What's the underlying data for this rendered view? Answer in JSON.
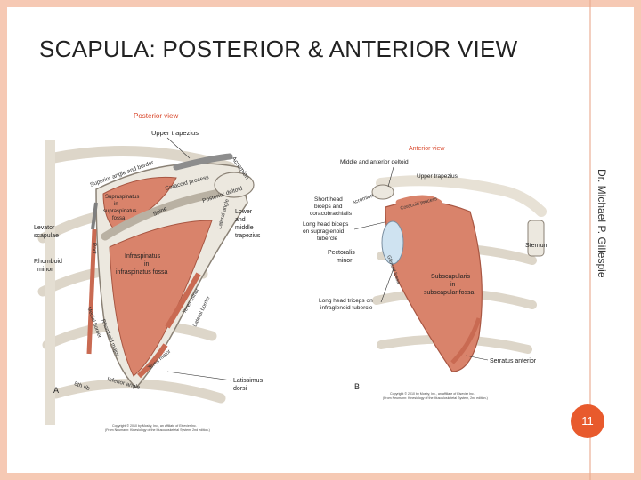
{
  "slide": {
    "title": "SCAPULA:  POSTERIOR & ANTERIOR VIEW",
    "author": "Dr. Michael P. Gillespie",
    "page_number": "11"
  },
  "figure": {
    "posterior": {
      "heading": "Posterior view",
      "panel_letter": "A",
      "labels": {
        "upper_trapezius": "Upper trapezius",
        "acromion": "Acromion",
        "superior_angle_border": "Superior angle and border",
        "coracoid_process": "Coracoid process",
        "posterior_deltoid": "Posterior deltoid",
        "supraspinatus": "Supraspinatus\nin\nsupraspinatus\nfossa",
        "spine": "Spine",
        "levator_scapulae": "Levator\nscapulae",
        "root": "Root",
        "lower_middle_trapezius": "Lower\nand\nmiddle\ntrapezius",
        "lateral_angle": "Lateral angle",
        "rhomboid_minor": "Rhomboid\nminor",
        "infraspinatus": "Infraspinatus\nin\ninfraspinatus fossa",
        "teres_minor": "Teres minor",
        "lateral_border": "Lateral border",
        "medial_border": "Medial border",
        "rhomboid_major": "Rhomboid major",
        "teres_major": "Teres major",
        "inferior_angle": "Inferior angle",
        "eighth_rib": "8th rib",
        "latissimus_dorsi": "Latissimus\ndorsi"
      },
      "copyright": "Copyright © 2010 by Mosby, Inc., an affiliate of Elsevier Inc.\n(From Neumann: Kinesiology of the Musculoskeletal System, 2nd edition.)"
    },
    "anterior": {
      "heading": "Anterior view",
      "panel_letter": "B",
      "labels": {
        "middle_anterior_deltoid": "Middle and anterior deltoid",
        "upper_trapezius": "Upper trapezius",
        "acromion": "Acromion",
        "coracoid_process": "Coracoid process",
        "short_head_biceps": "Short head\nbiceps and\ncoracobrachialis",
        "long_head_biceps": "Long head biceps\non supraglenoid\ntubercle",
        "glenoid_fossa": "Glenoid fossa",
        "sternum": "Sternum",
        "pectoralis_minor": "Pectoralis\nminor",
        "subscapularis": "Subscapularis\nin\nsubscapular fossa",
        "long_head_triceps": "Long head triceps on\ninfraglenoid tubercle",
        "serratus_anterior": "Serratus anterior"
      },
      "copyright": "Copyright © 2010 by Mosby, Inc., an affiliate of Elsevier Inc.\n(From Neumann: Kinesiology of the Musculoskeletal System, 2nd edition.)"
    },
    "colors": {
      "heading": "#d9472b",
      "bone": "#ece8df",
      "muscle": "#d9836b",
      "muscle_dark": "#c96a52",
      "label": "#222222"
    }
  }
}
